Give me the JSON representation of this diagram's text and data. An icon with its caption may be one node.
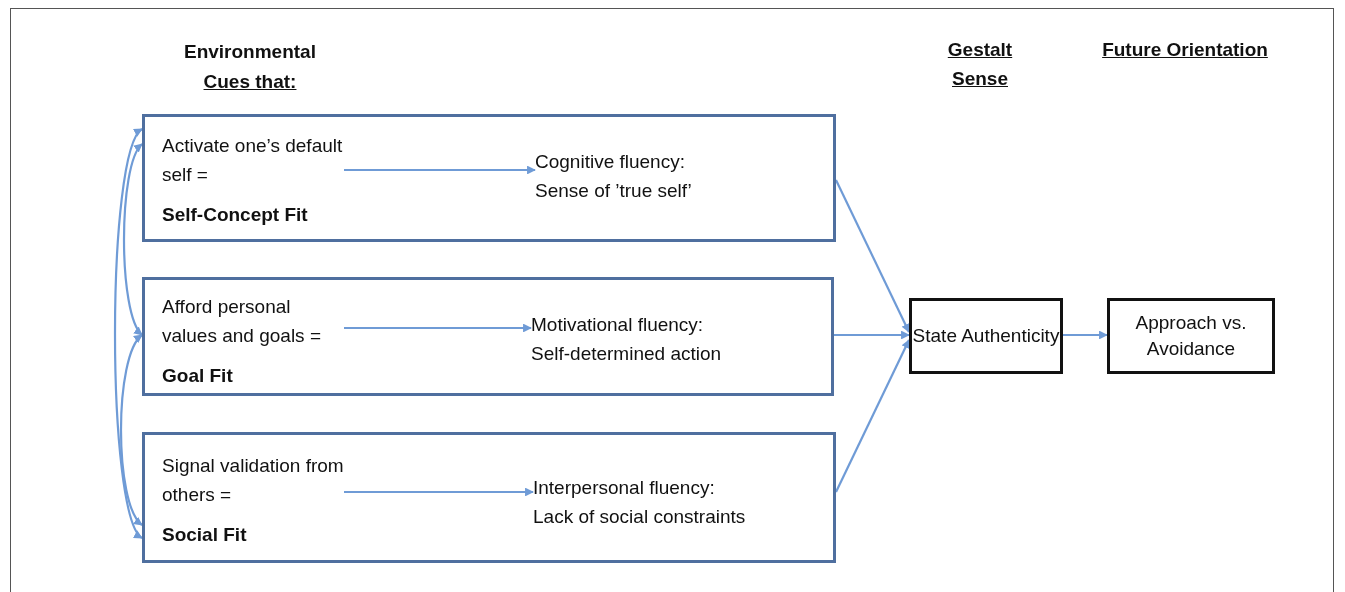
{
  "diagram": {
    "nodes": [
      {
        "text": [],
        "shape": "box"
      },
      {
        "text": [
          "Activate one’s default self =",
          "Self-Concept Fit"
        ],
        "in": 0
      },
      {
        "text": [
          "Cognitive fluency: Sense of ’true self’"
        ],
        "in": 0
      },
      {
        "text": [],
        "shape": "box"
      },
      {
        "text": [
          "Afford personal values and goals =",
          "Goal Fit"
        ],
        "in": 3
      },
      {
        "text": [
          "Motivational fluency: Self-determined action"
        ],
        "in": 3
      },
      {
        "text": [],
        "shape": "box"
      },
      {
        "text": [
          "Signal validation from others =",
          "Social Fit"
        ],
        "in": 6
      },
      {
        "text": [
          "Interpersonal fluency: Lack of social constraints"
        ],
        "in": 6
      },
      {
        "text": [
          "State Authenticity"
        ]
      },
      {
        "text": [
          "Approach vs. Avoidance"
        ]
      }
    ],
    "edges": [
      {
        "from": 1,
        "to": 2,
        "arrow": "to"
      },
      {
        "from": 4,
        "to": 5,
        "arrow": "to"
      },
      {
        "from": 7,
        "to": 8,
        "arrow": "to"
      },
      {
        "from": 0,
        "to": 9,
        "arrow": "to"
      },
      {
        "from": 3,
        "to": 9,
        "arrow": "to"
      },
      {
        "from": 6,
        "to": 9,
        "arrow": "to"
      },
      {
        "from": 9,
        "to": 10,
        "arrow": "to"
      },
      {
        "from": 0,
        "to": 3,
        "arrow": "both"
      },
      {
        "from": 3,
        "to": 6,
        "arrow": "both"
      },
      {
        "from": 0,
        "to": 6,
        "arrow": "both"
      }
    ],
    "labels": [
      "Environmental",
      "Cues that:",
      "Gestalt Sense",
      "Future Orientation"
    ]
  }
}
